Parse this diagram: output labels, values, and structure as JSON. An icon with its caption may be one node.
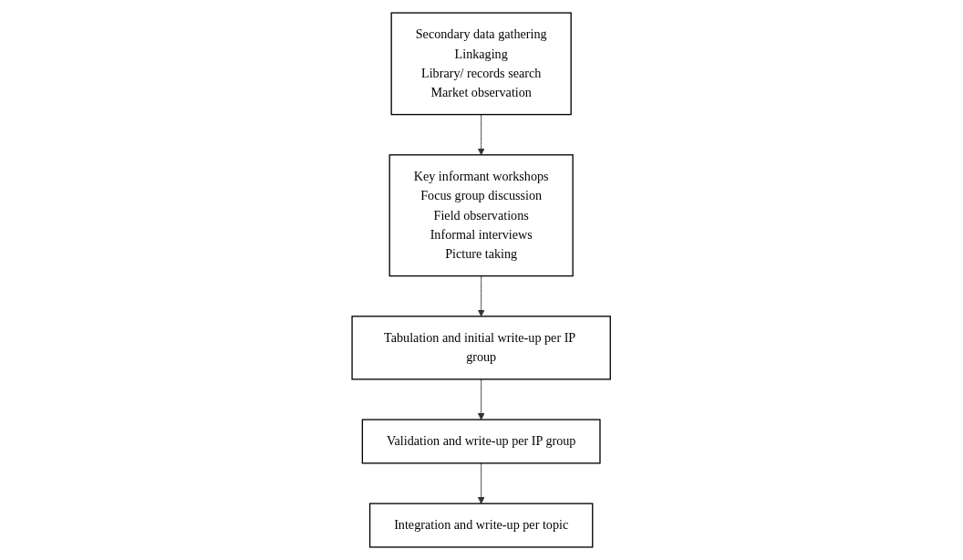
{
  "diagram": {
    "nodes": [
      {
        "text": [
          "Secondary data gathering",
          "Linkaging",
          "Library/ records search",
          "Market observation"
        ]
      },
      {
        "text": [
          "Key informant workshops",
          "Focus group discussion",
          "Field observations",
          "Informal interviews",
          "Picture taking"
        ]
      },
      {
        "text": [
          "Tabulation and initial write-up per IP group"
        ]
      },
      {
        "text": [
          "Validation and write-up per IP group"
        ]
      },
      {
        "text": [
          "Integration and write-up per topic"
        ]
      }
    ],
    "edges": [
      {
        "from": 0,
        "to": 1,
        "arrow": "to"
      },
      {
        "from": 1,
        "to": 2,
        "arrow": "to"
      },
      {
        "from": 2,
        "to": 3,
        "arrow": "to"
      },
      {
        "from": 3,
        "to": 4,
        "arrow": "to"
      }
    ]
  }
}
